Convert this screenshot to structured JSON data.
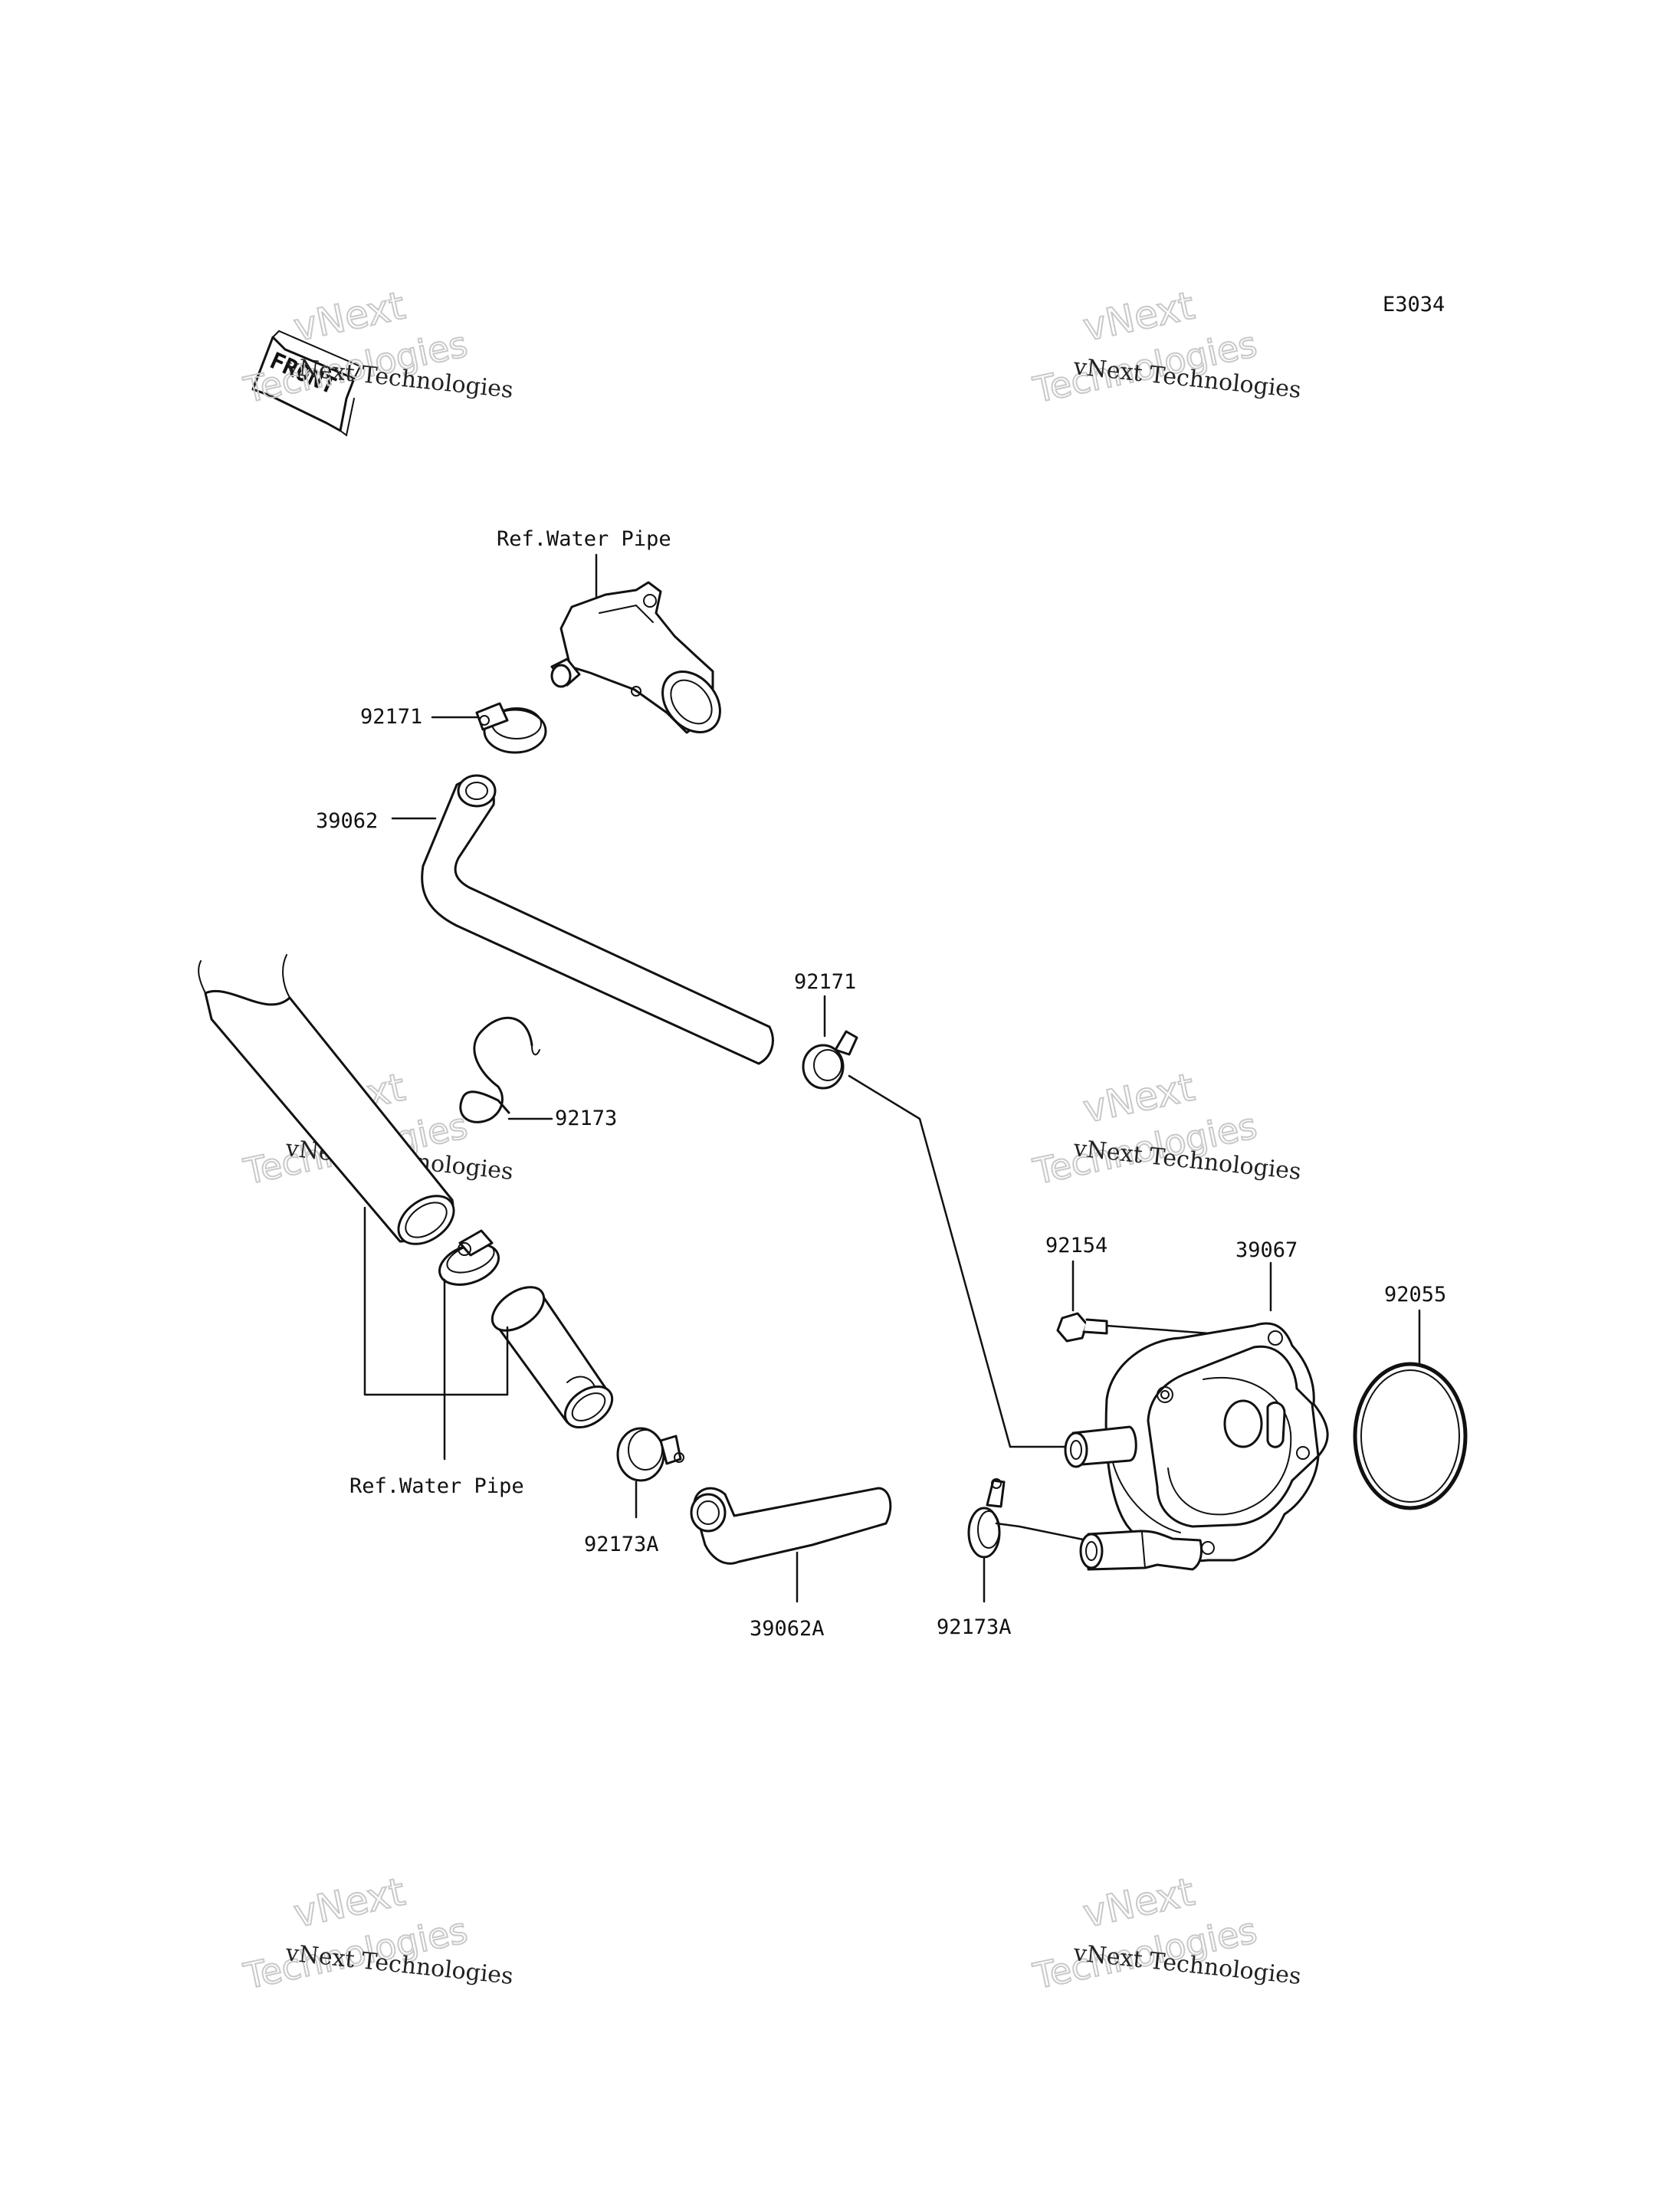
{
  "diagram": {
    "code": "E3034",
    "front_label": "FRONT",
    "watermark": {
      "line1": "vNext Technologies",
      "line2": "vNext",
      "line3": "Technologies"
    },
    "labels": {
      "ref_water_pipe_top": "Ref.Water Pipe",
      "ref_water_pipe_bottom": "Ref.Water Pipe",
      "p92171_a": "92171",
      "p39062": "39062",
      "p92171_b": "92171",
      "p92173": "92173",
      "p92154": "92154",
      "p39067": "39067",
      "p92055": "92055",
      "p92173A_a": "92173A",
      "p39062A": "39062A",
      "p92173A_b": "92173A"
    }
  }
}
